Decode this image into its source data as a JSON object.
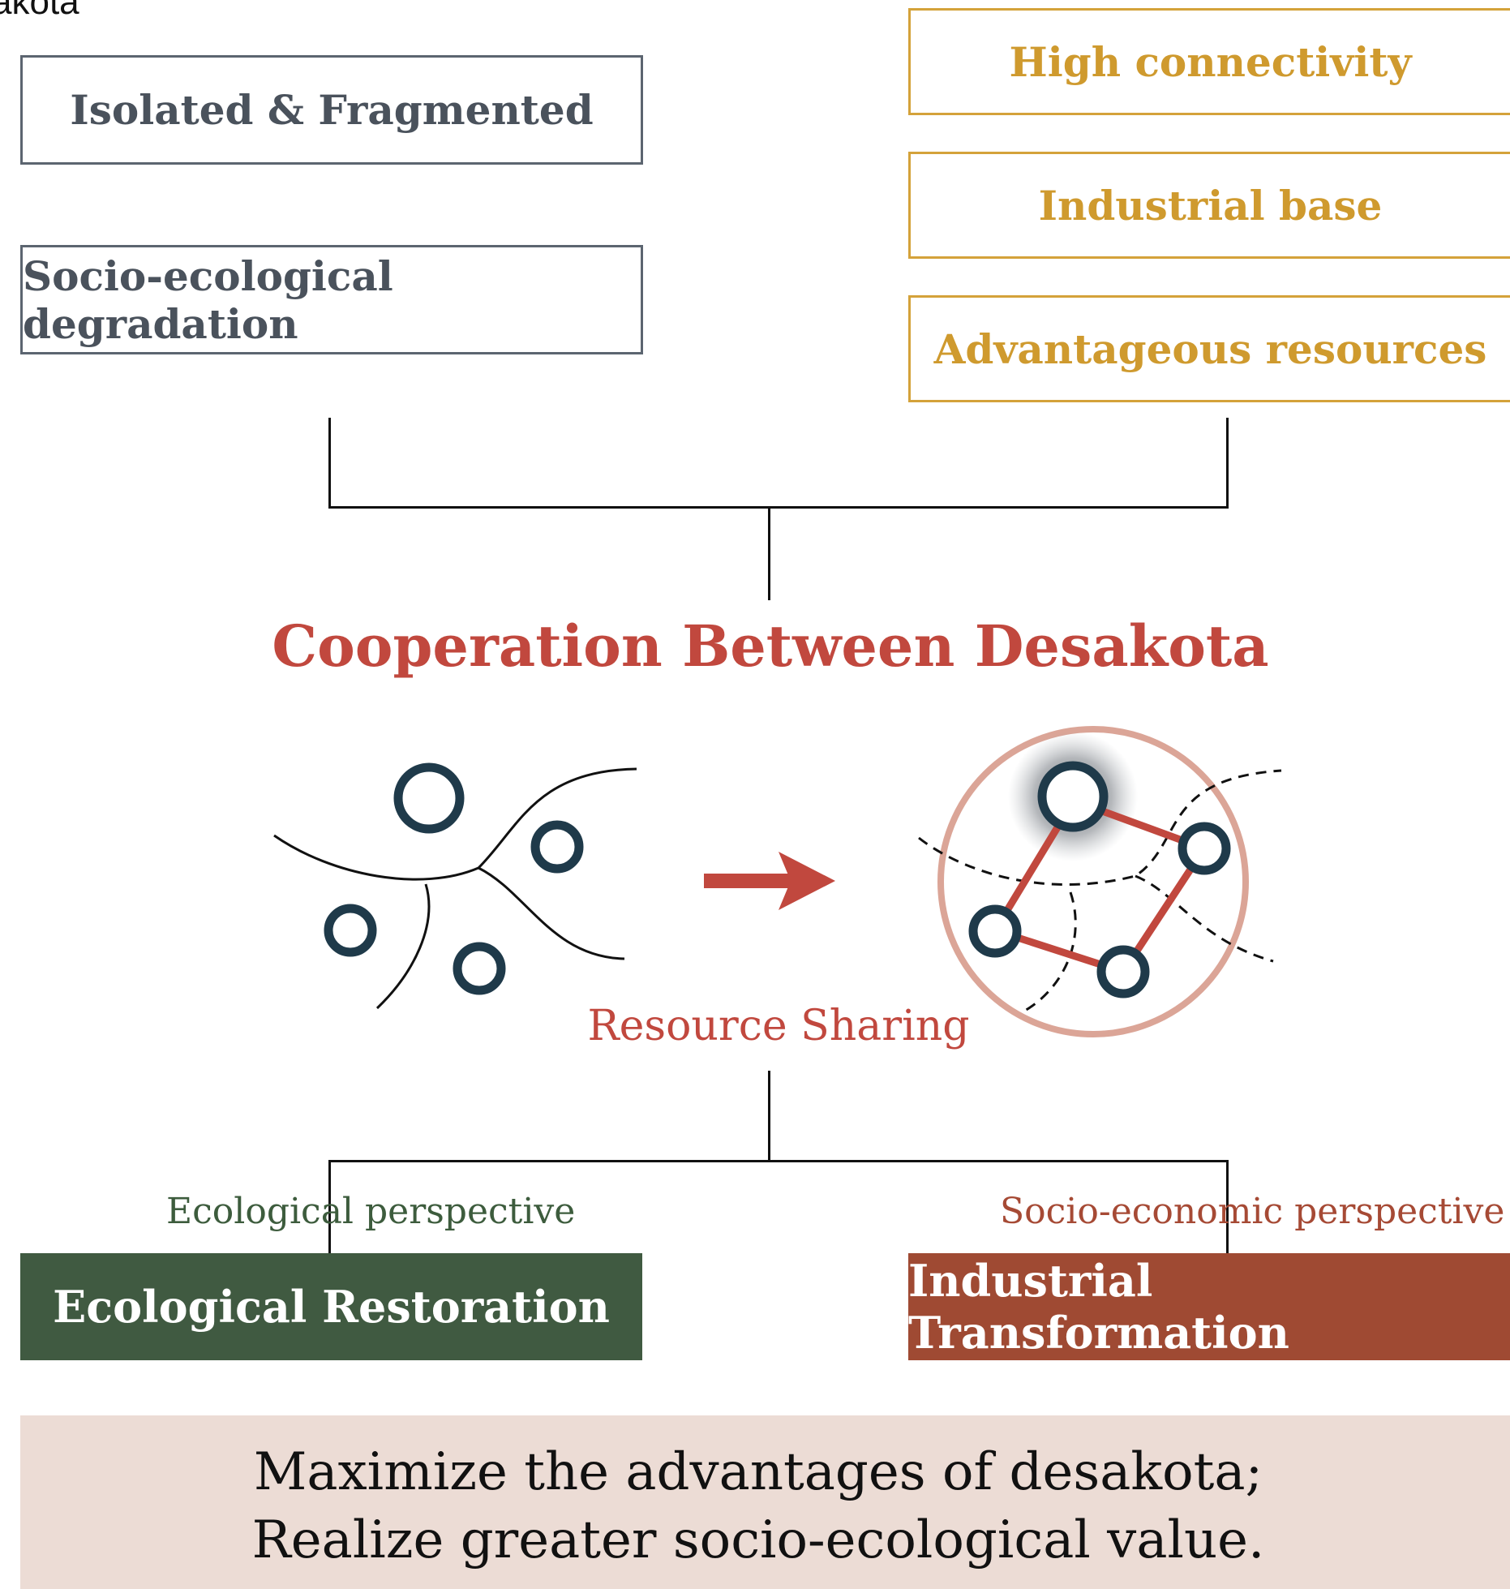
{
  "cropped_label": "akota",
  "left_boxes": [
    "Isolated & Fragmented",
    "Socio-ecological degradation"
  ],
  "right_boxes": [
    "High connectivity",
    "Industrial base",
    "Advantageous resources"
  ],
  "title": "Cooperation Between Desakota",
  "arrow_caption": "Resource Sharing",
  "perspectives": {
    "ecological": "Ecological perspective",
    "socioeconomic": "Socio-economic perspective"
  },
  "outcomes": {
    "ecological": "Ecological Restoration",
    "industrial": "Industrial Transformation"
  },
  "conclusion": {
    "line1": "Maximize the advantages of desakota;",
    "line2": "Realize greater socio-ecological value."
  },
  "colors": {
    "accent_red": "#c1483e",
    "gold": "#cf9a2e",
    "node_dark": "#1f3a4a",
    "eco_green": "#405a41",
    "industrial_brown": "#9f4a33",
    "panel_pink": "#ecdcd5"
  }
}
